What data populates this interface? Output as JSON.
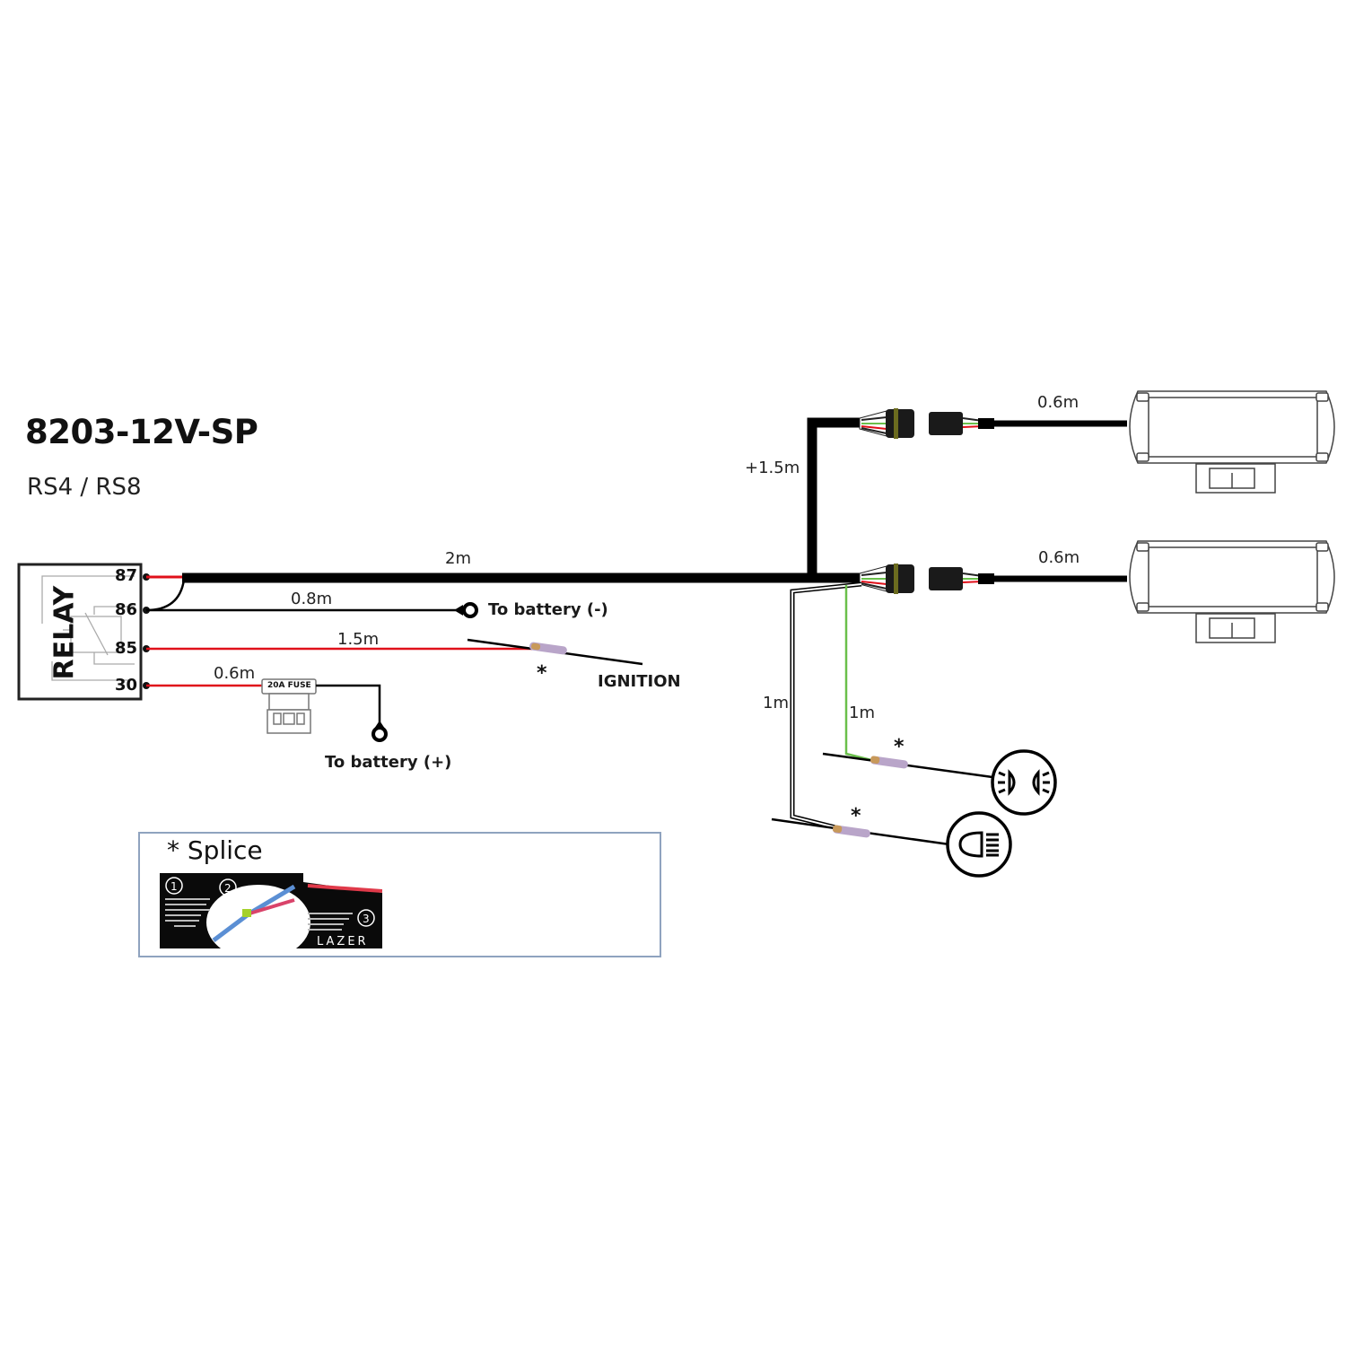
{
  "header": {
    "title": "8203-12V-SP",
    "subtitle": "RS4 / RS8"
  },
  "relay": {
    "label": "RELAY",
    "pins": [
      "87",
      "86",
      "85",
      "30"
    ]
  },
  "wires": {
    "main_length": "2m",
    "ground_length": "0.8m",
    "ignition_length": "1.5m",
    "fuse_length": "0.6m",
    "branch_length": "+1.5m",
    "lamp1_length": "0.6m",
    "lamp2_length": "0.6m",
    "highbeam_length": "1m",
    "sidelight_length": "1m"
  },
  "labels": {
    "battery_negative": "To battery (-)",
    "battery_positive": "To battery (+)",
    "ignition": "IGNITION",
    "fuse": "20A FUSE",
    "splice_marker": "*"
  },
  "legend": {
    "title": "* Splice",
    "brand": "LAZER",
    "steps": [
      "1",
      "2",
      "3"
    ]
  },
  "colors": {
    "wire_black": "#000000",
    "wire_red": "#e0101a",
    "wire_green": "#6abf4b",
    "legend_border": "#8fa3bf",
    "heat_shrink_yellow": "#c9a227"
  },
  "icons": {
    "sidelight": "sidelight-icon",
    "high_beam": "high-beam-icon"
  }
}
